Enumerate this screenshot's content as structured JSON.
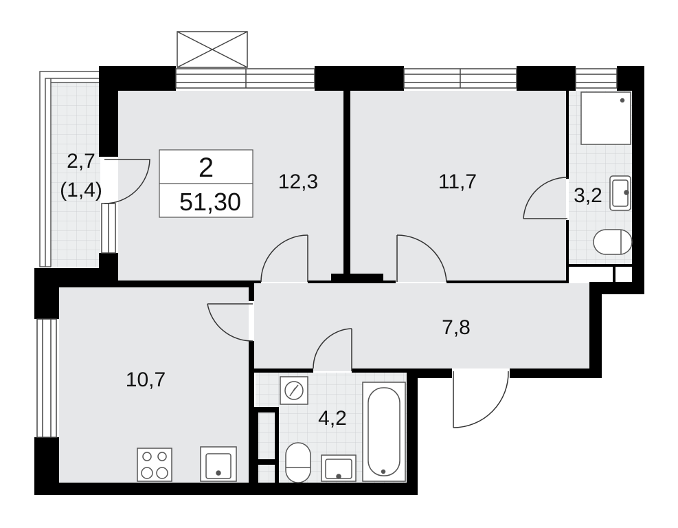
{
  "plan": {
    "rooms_count": "2",
    "total_area": "51,30",
    "rooms": [
      {
        "id": "living-room",
        "area": "12,3"
      },
      {
        "id": "bedroom",
        "area": "11,7"
      },
      {
        "id": "shower-room",
        "area": "3,2"
      },
      {
        "id": "hallway",
        "area": "7,8"
      },
      {
        "id": "kitchen",
        "area": "10,7"
      },
      {
        "id": "bathroom",
        "area": "4,2"
      }
    ],
    "balcony": {
      "area": "2,7",
      "reduced_area": "(1,4)"
    }
  },
  "colors": {
    "wall": "#000000",
    "floor": "#e6e7e9",
    "tile_grid": "#c9cbce",
    "outline": "#555555"
  }
}
